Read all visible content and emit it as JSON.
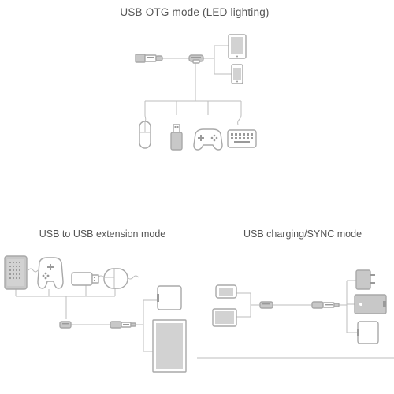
{
  "titles": {
    "otg": "USB OTG mode (LED lighting)",
    "extension": "USB to USB extension mode",
    "charging": "USB charging/SYNC mode"
  },
  "colors": {
    "line": "#bdbdbd",
    "device_outline": "#a8a8a8",
    "device_fill": "#c8c8c8",
    "text": "#555555",
    "background": "#ffffff"
  },
  "icons": {
    "otg_section": [
      "usb-a-plug-icon",
      "micro-usb-plug-icon",
      "tablet-icon",
      "smartphone-icon",
      "mouse-icon",
      "usb-flash-drive-icon",
      "gamepad-icon",
      "keyboard-icon"
    ],
    "extension_section": [
      "drawing-tablet-icon",
      "gamepad-icon",
      "usb-flash-drive-icon",
      "mouse-icon",
      "usb-a-plug-icon",
      "usb-hub-icon",
      "monitor-icon"
    ],
    "charging_section": [
      "smartphone-icon",
      "tablet-icon",
      "usb-a-plug-icon",
      "usb-a-plug-icon",
      "wall-charger-icon",
      "power-bank-icon",
      "usb-hub-icon"
    ]
  }
}
